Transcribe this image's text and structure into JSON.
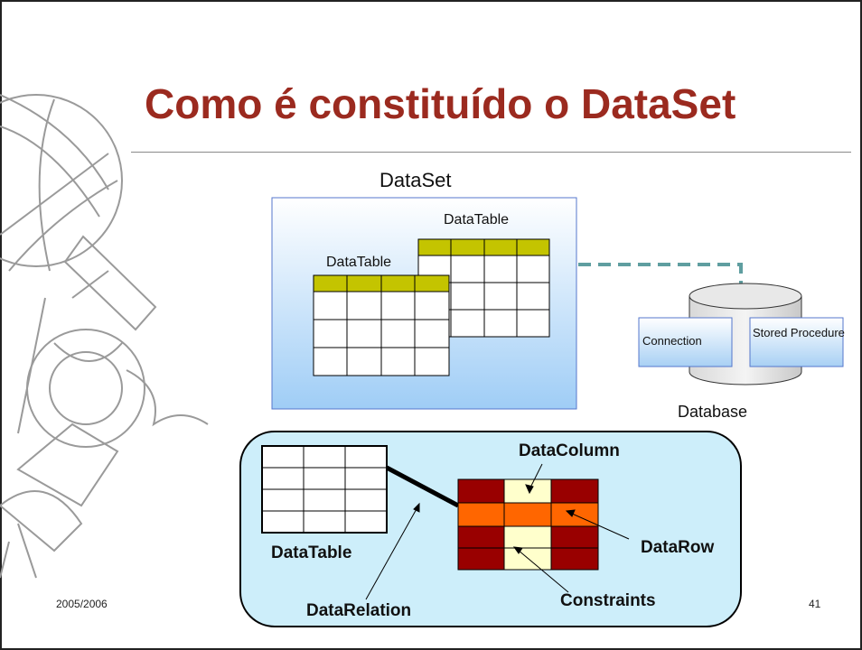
{
  "slide": {
    "title": "Como é constituído o DataSet",
    "footer_year": "2005/2006",
    "page_number": "41"
  },
  "diagram": {
    "dataset_label": "DataSet",
    "datatable_back_label": "DataTable",
    "datatable_front_label": "DataTable",
    "database_label": "Database",
    "connection_label": "Connection",
    "stored_procedure_label": "Stored Procedure",
    "datacolumn_label": "DataColumn",
    "datarow_label": "DataRow",
    "datatable_label": "DataTable",
    "constraints_label": "Constraints",
    "datarelation_label": "DataRelation"
  },
  "colors": {
    "title": "#9b2a1f",
    "header_cell": "#c4c400",
    "dark_red": "#990000",
    "orange": "#ff6600",
    "light_yellow": "#ffffcc",
    "panel_fill": "#cdeefa",
    "dashed_link": "#5f9ea0"
  }
}
